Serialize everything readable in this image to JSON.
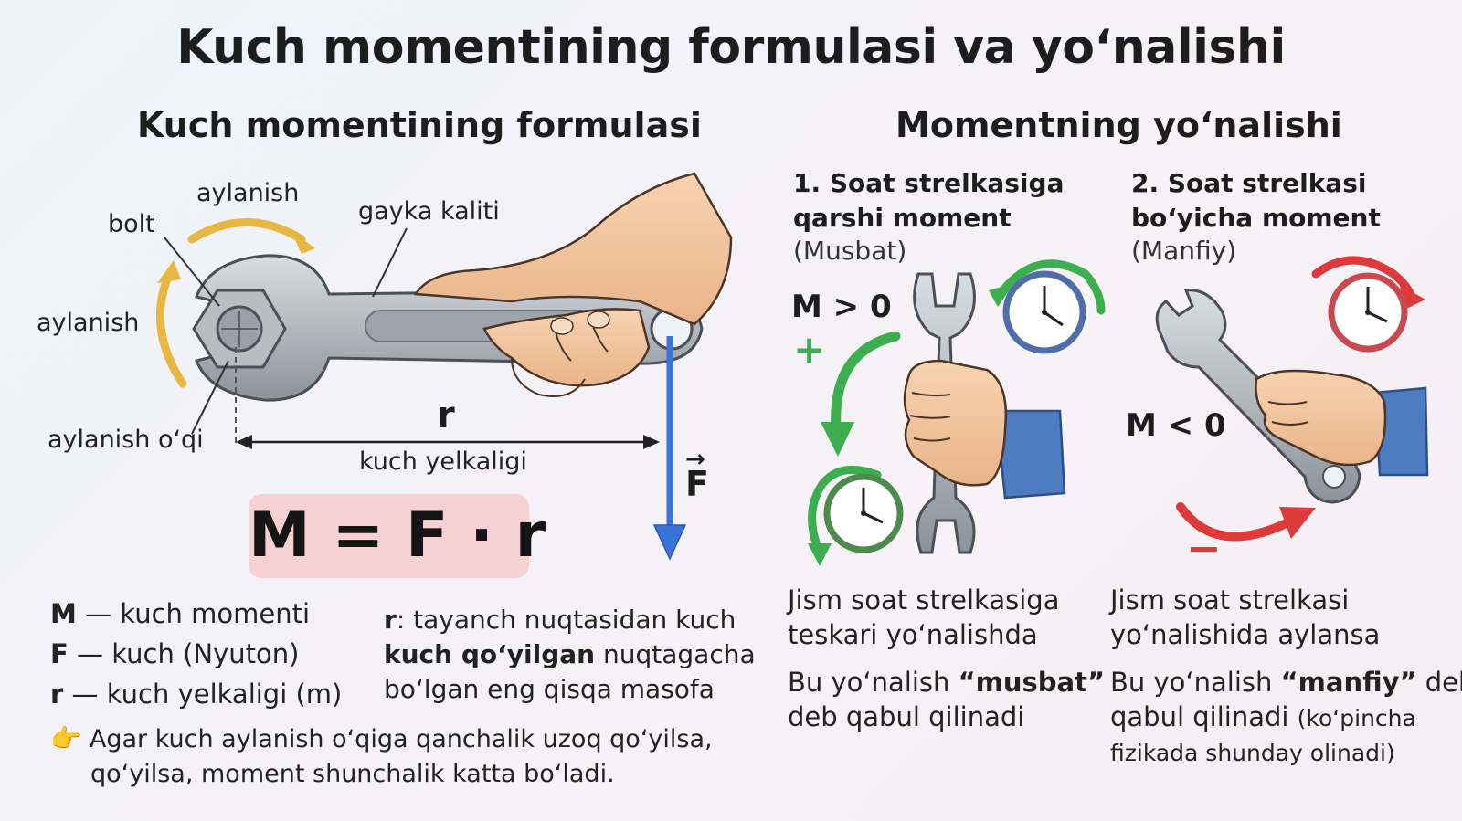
{
  "title": "Kuch momentining formulasi va yo‘nalishi",
  "left": {
    "heading": "Kuch momentining formulasi",
    "labels": {
      "rotation_top": "aylanish",
      "bolt": "bolt",
      "wrench": "gayka kaliti",
      "rotation_left": "aylanish",
      "axis": "aylanish o‘qi",
      "r_symbol": "r",
      "lever_arm": "kuch yelkaligi",
      "force_symbol": "F",
      "force_arrow": "→"
    },
    "formula": "M = F · r",
    "legend": [
      {
        "symbol": "M",
        "text": " — kuch momenti"
      },
      {
        "symbol": "F",
        "text": " — kuch (Nyuton)"
      },
      {
        "symbol": "r",
        "text": " — kuch yelkaligi (m)"
      }
    ],
    "r_definition": {
      "symbol": "r",
      "line1": ": tayanch nuqtasidan kuch",
      "line2_bold": "kuch qo‘yilgan",
      "line2_rest": " nuqtagacha",
      "line3": "bo‘lgan eng qisqa masofa"
    },
    "note": {
      "icon": "👉",
      "line1": "Agar kuch aylanish o‘qiga qanchalik uzoq qo‘yilsa,",
      "line2": "qo‘yilsa, moment shunchalik katta bo‘ladi."
    }
  },
  "right": {
    "heading": "Momentning yo‘nalishi",
    "ccw": {
      "title_line1": "1. Soat strelkasiga",
      "title_line2": "qarshi moment",
      "sign_word": "(Musbat)",
      "condition": "M > 0",
      "sign_symbol": "+",
      "desc_line1": "Jism soat strelkasiga",
      "desc_line2": "teskari yo‘nalishda",
      "desc_line3_pre": "Bu yo‘nalish ",
      "desc_line3_bold": "“musbat”",
      "desc_line4": "deb qabul qilinadi"
    },
    "cw": {
      "title_line1": "2. Soat strelkasi",
      "title_line2": "bo‘yicha moment",
      "sign_word": "(Manfiy)",
      "condition": "M < 0",
      "sign_symbol": "−",
      "desc_line1": "Jism soat strelkasi",
      "desc_line2": "yo‘nalishida aylansa",
      "desc_line3_pre": "Bu yo‘nalish ",
      "desc_line3_bold": "“manfiy”",
      "desc_line3_post": " deb",
      "desc_line4_pre": "qabul qilinadi ",
      "desc_line4_small": "(ko‘pincha",
      "desc_line5": "fizikada shunday olinadi)"
    }
  },
  "colors": {
    "rotation_arrow": "#e7b743",
    "force_arrow": "#3b74d8",
    "ccw_arrow": "#3cae4f",
    "cw_arrow": "#dd3b3b",
    "clock_blue": "#4f6ea8",
    "clock_red": "#c64a50",
    "clock_green": "#4c8a4e",
    "formula_bg": "#f6d1d3",
    "skin": "#f2c29a",
    "sleeve": "#4e7cc2",
    "steel": "#a8adb5"
  }
}
